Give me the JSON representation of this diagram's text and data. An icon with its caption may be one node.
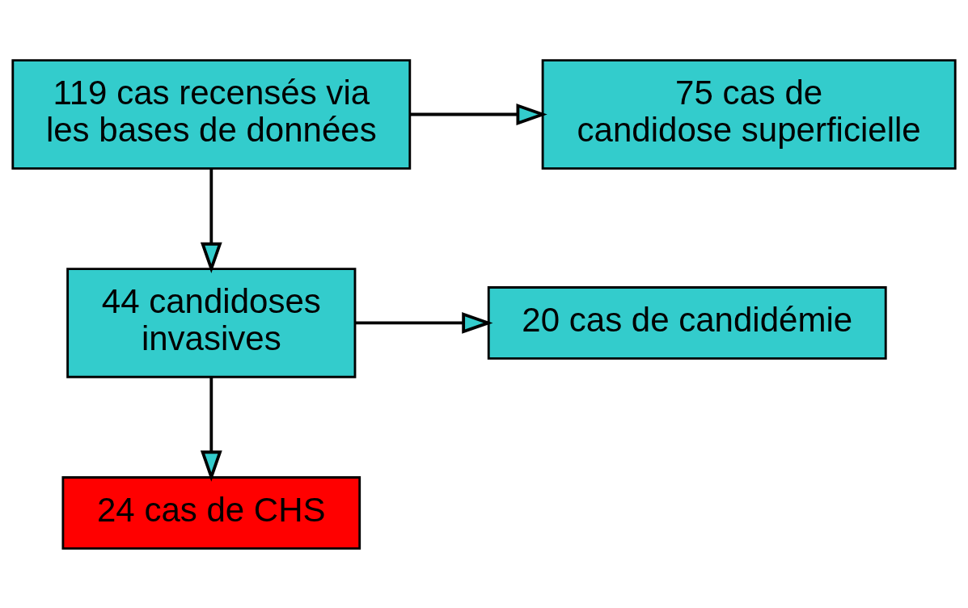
{
  "diagram": {
    "nodes": [
      {
        "text": [
          "119 cas recensés via les bases de données"
        ]
      },
      {
        "text": [
          "75 cas de candidose superficielle"
        ]
      },
      {
        "text": [
          "44 candidoses invasives"
        ]
      },
      {
        "text": [
          "20 cas de candidémie"
        ]
      },
      {
        "text": [
          "24 cas de CHS"
        ]
      }
    ],
    "edges": [
      {
        "from": 0,
        "to": 1,
        "arrow": "to"
      },
      {
        "from": 0,
        "to": 2,
        "arrow": "to"
      },
      {
        "from": 2,
        "to": 3,
        "arrow": "to"
      },
      {
        "from": 2,
        "to": 4,
        "arrow": "to"
      }
    ]
  }
}
